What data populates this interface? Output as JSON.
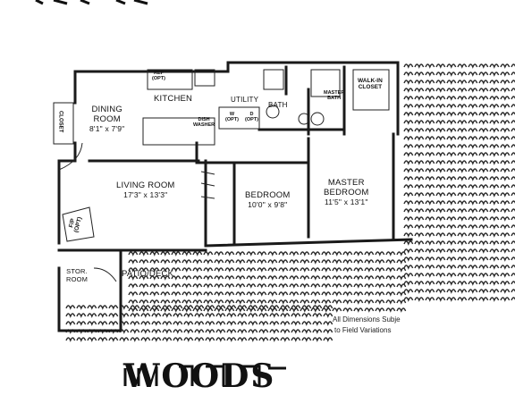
{
  "rooms": {
    "dining": {
      "name_line1": "DINING",
      "name_line2": "ROOM",
      "size": "8'1\" x 7'9\""
    },
    "kitchen": {
      "name": "KITCHEN"
    },
    "living": {
      "name": "LIVING ROOM",
      "size": "17'3\" x 13'3\""
    },
    "bedroom": {
      "name": "BEDROOM",
      "size": "10'0\" x 9'8\""
    },
    "master_bedroom": {
      "name_line1": "MASTER",
      "name_line2": "BEDROOM",
      "size": "11'5\" x 13'1\""
    },
    "utility": {
      "name": "UTILITY"
    },
    "bath": {
      "name": "BATH"
    },
    "master_bath": {
      "name_line1": "MASTER",
      "name_line2": "BATH"
    },
    "walk_in_closet": {
      "name_line1": "WALK-IN",
      "name_line2": "CLOSET"
    },
    "closet": {
      "name": "CLOSET"
    },
    "storage": {
      "name_line1": "STOR.",
      "name_line2": "ROOM"
    },
    "patio": {
      "name": "PATIO/DECK"
    }
  },
  "fixtures": {
    "ref": {
      "line1": "REF",
      "line2": "(OPT)"
    },
    "washer": {
      "line1": "W",
      "line2": "(OPT)"
    },
    "dryer": {
      "line1": "D",
      "line2": "(OPT)"
    },
    "dishwasher": {
      "line1": "DISH",
      "line2": "WASHER"
    },
    "fireplace": {
      "line1": "F/P",
      "line2": "(OPT)"
    }
  },
  "note": {
    "line1": "All Dimensions Subje",
    "line2": "to Field Variations"
  },
  "brand": {
    "text": "WOODS"
  },
  "colors": {
    "ink": "#111111",
    "wall": "#1a1a1a",
    "landscape": "#2a2a2a",
    "paper": "#ffffff"
  }
}
